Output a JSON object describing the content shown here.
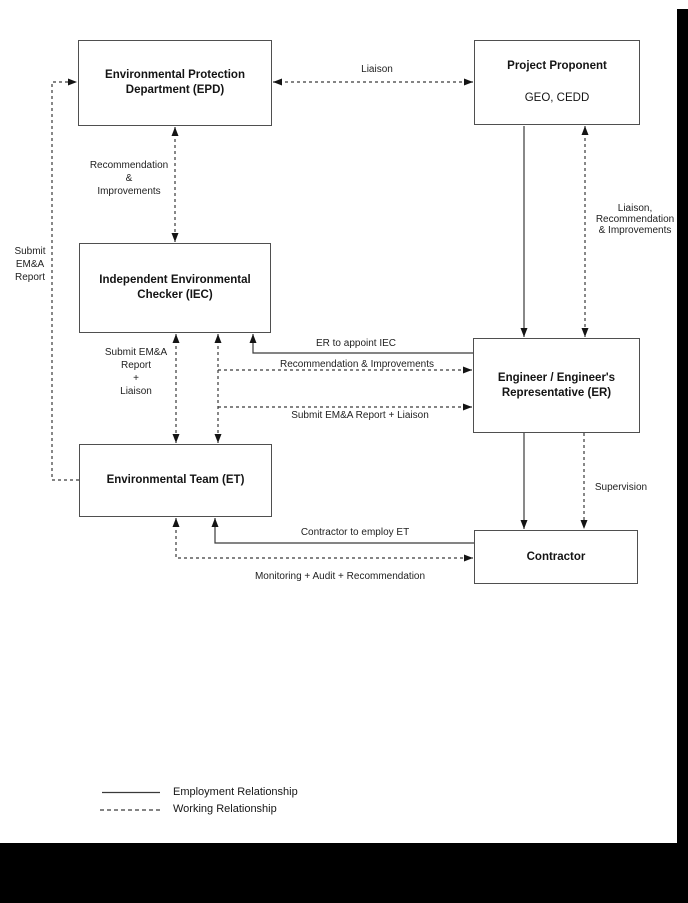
{
  "colors": {
    "line": "#3a3a3a",
    "arrow": "#141414",
    "text": "#1a1a1a",
    "page_bg": "#ffffff",
    "frame": "#000000"
  },
  "boxes": {
    "epd": {
      "label": "Environmental Protection Department (EPD)"
    },
    "project_proponent": {
      "title": "Project Proponent",
      "subtitle": "GEO, CEDD"
    },
    "iec": {
      "label": "Independent Environmental Checker (IEC)"
    },
    "er": {
      "label": "Engineer / Engineer's Representative (ER)"
    },
    "et": {
      "label": "Environmental Team (ET)"
    },
    "contractor": {
      "label": "Contractor"
    }
  },
  "edge_labels": {
    "liaison_top": "Liaison",
    "submit_emna_left": "Submit\nEM&A\nReport",
    "rec_improvements_top": "Recommendation\n&\nImprovements",
    "liaison_rec_improvements_right": "Liaison,\nRecommendation\n& Improvements",
    "er_appoint_iec": "ER to appoint IEC",
    "rec_improvements_mid": "Recommendation & Improvements",
    "submit_emna_liaison_mid": "Submit EM&A Report + Liaison",
    "submit_emna_liaison_left": "Submit EM&A\nReport\n+\nLiaison",
    "supervision": "Supervision",
    "contractor_employ_et": "Contractor to employ ET",
    "monitoring_audit": "Monitoring + Audit + Recommendation"
  },
  "legend": {
    "employment": "Employment Relationship",
    "working": "Working Relationship"
  }
}
